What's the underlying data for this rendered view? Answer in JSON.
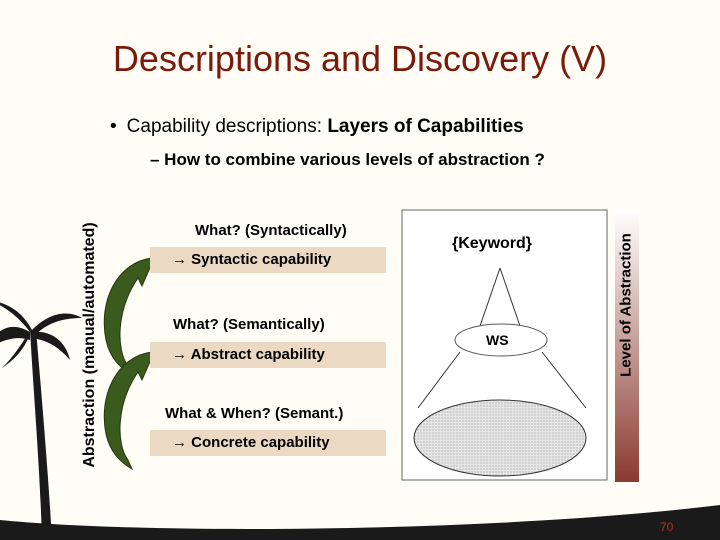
{
  "slide": {
    "title": "Descriptions and Discovery (V)",
    "bullet_text": "Capability descriptions: ",
    "bullet_bold": "Layers of Capabilities",
    "sub_bullet": "– How to combine various levels of abstraction ?",
    "page_number": "70"
  },
  "layers": [
    {
      "question": "What? (Syntactically)",
      "capability": "→ Syntactic capability"
    },
    {
      "question": "What? (Semantically)",
      "capability": "→ Abstract capability"
    },
    {
      "question": "What & When? (Semant.)",
      "capability": "→ Concrete capability"
    }
  ],
  "diagram": {
    "keyword_label": "{Keyword}",
    "ws_label": "WS",
    "left_axis_label": "Abstraction (manual/automated)",
    "right_axis_label": "Level of Abstraction"
  },
  "colors": {
    "title": "#7a1a0a",
    "box_fill": "#ecd9c3",
    "arrow_fill": "#3a5a1e",
    "gradient_top": "#ffffff",
    "gradient_bottom": "#8a3a30"
  }
}
